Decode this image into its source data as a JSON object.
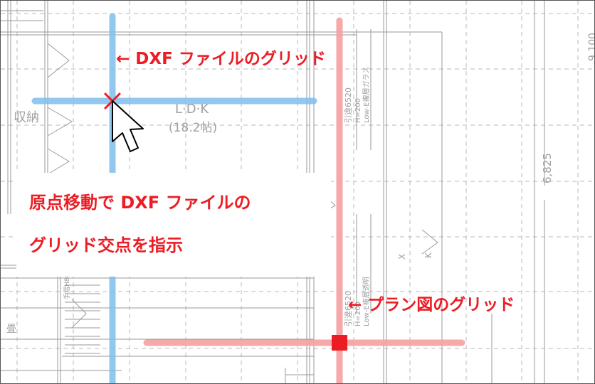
{
  "callouts": {
    "dxf_grid": "← DXF ファイルのグリッド",
    "plan_grid": "← プラン図のグリッド"
  },
  "instruction": {
    "line1": "原点移動で DXF ファイルの",
    "line2": "グリッド交点を指示"
  },
  "drawing": {
    "room_name": "L·D·K",
    "room_area": "(18.2帖)",
    "storage_label": "収納",
    "dim_9100": "9,100",
    "dim_6825": "6,825",
    "fixture_a": "引違6520",
    "fixture_a_sub1": "H=200",
    "fixture_a_sub2": "Low-E複層ガラス",
    "fixture_b": "引違6520",
    "fixture_b_sub1": "H=200",
    "fixture_b_sub2": "Low-E複層透明",
    "mark_x": "X",
    "mark_k": "K",
    "left_mark": "畳",
    "left_vertical": "手摺H800"
  },
  "colors": {
    "blue_grid": "#7fbfee",
    "red_grid": "#f5a0a0",
    "red_accent": "#ec1c24",
    "cad_line": "#9a9a9a",
    "cad_dash": "#b8b8b8",
    "cad_text": "#a0a0a0"
  },
  "icons": {
    "origin_marker": "x-cross-icon",
    "cursor": "mouse-pointer-icon",
    "plan_origin": "square-marker-icon"
  }
}
